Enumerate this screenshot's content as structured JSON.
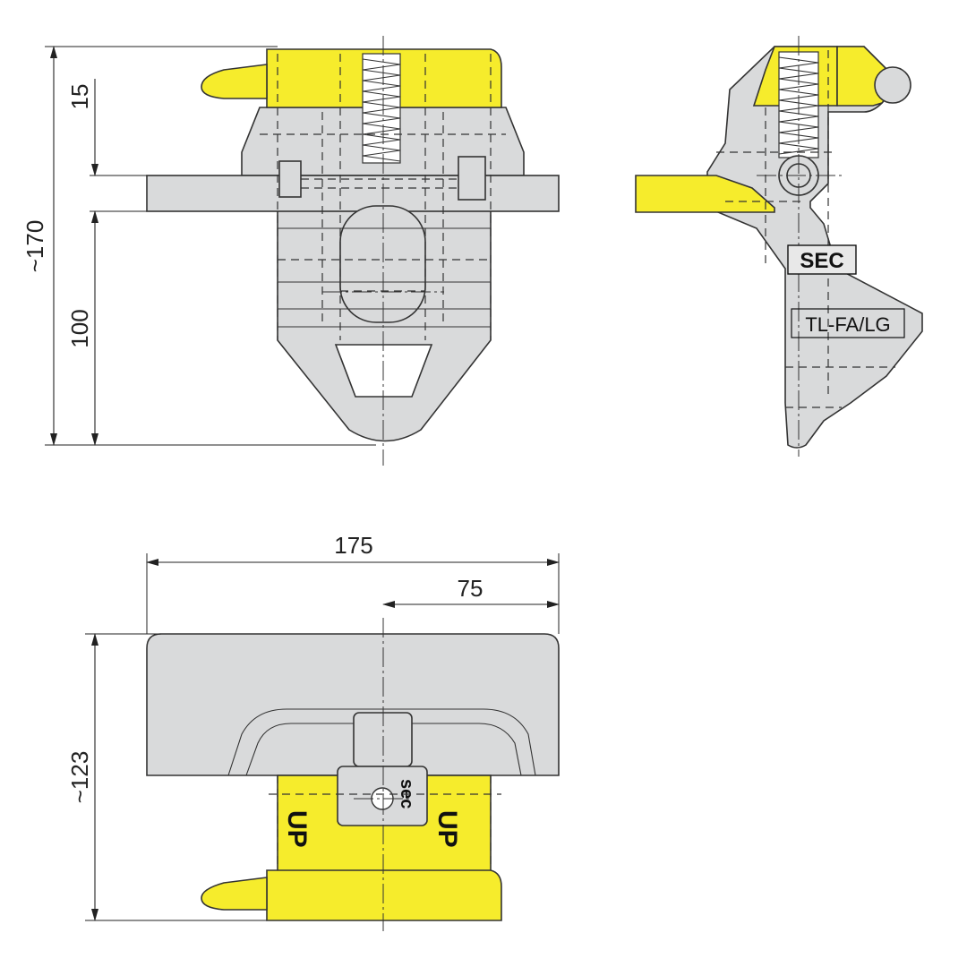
{
  "dimensions": {
    "overall_height": "~170",
    "top_offset": "15",
    "lower_height": "100",
    "width": "175",
    "half_width": "75",
    "depth": "~123"
  },
  "markings": {
    "brand": "SEC",
    "brand_small": "sec",
    "model": "TL-FA/LG",
    "up_label": "UP"
  },
  "colors": {
    "body": "#d9dadb",
    "highlight": "#f6ec2c",
    "line": "#333333"
  }
}
